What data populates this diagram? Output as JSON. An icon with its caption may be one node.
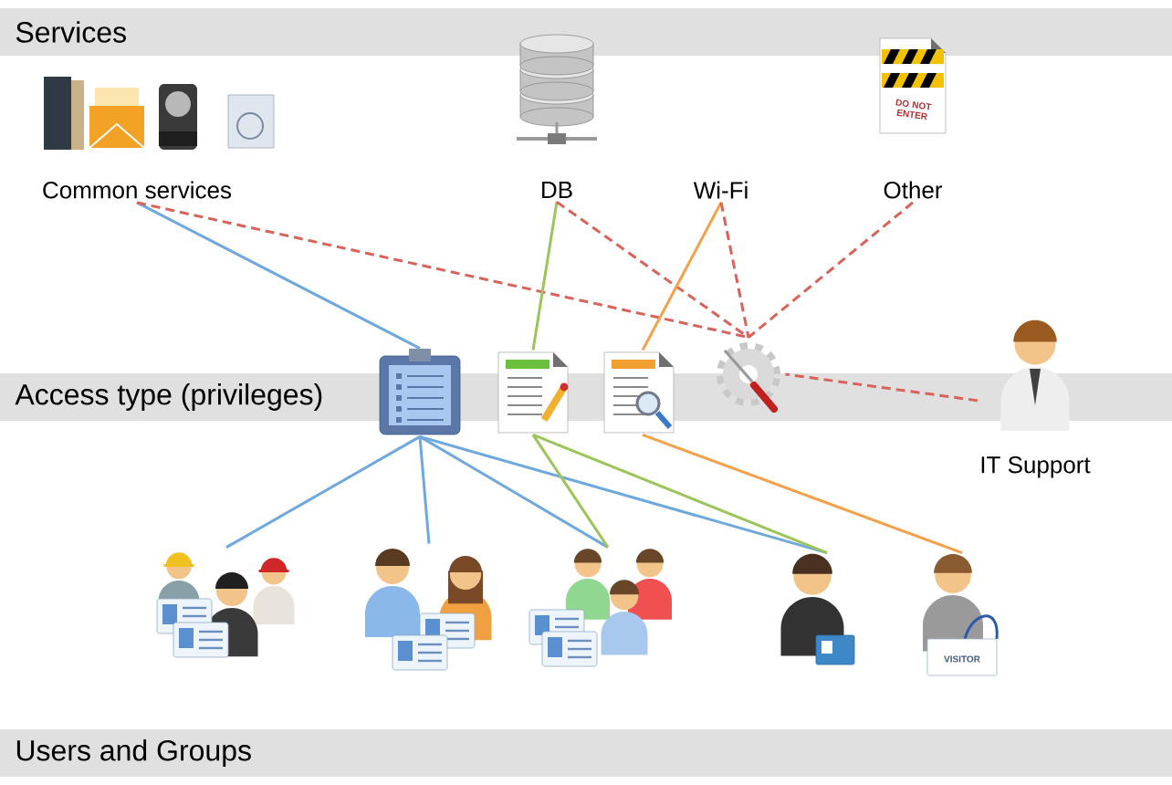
{
  "diagram": {
    "nodes": [
      {
        "text": [
          "Services"
        ]
      },
      {
        "text": [
          "Common services"
        ]
      },
      {
        "text": [
          "DB"
        ]
      },
      {
        "text": [
          "Wi-Fi"
        ]
      },
      {
        "text": [
          "Other"
        ]
      },
      {
        "text": [
          "Access type (privileges)"
        ]
      },
      {
        "text": [],
        "shape": "picture"
      },
      {
        "text": [],
        "shape": "picture"
      },
      {
        "text": [],
        "shape": "picture"
      },
      {
        "text": [],
        "shape": "picture"
      },
      {
        "text": [
          "IT Support"
        ]
      },
      {
        "text": [
          "Users and Groups"
        ]
      },
      {
        "text": [],
        "shape": "picture"
      },
      {
        "text": [],
        "shape": "picture"
      },
      {
        "text": [],
        "shape": "picture"
      },
      {
        "text": [],
        "shape": "picture"
      },
      {
        "text": [],
        "shape": "picture"
      }
    ],
    "edges": [
      {
        "from": 1,
        "to": 6,
        "arrow": "none",
        "color": "#6fa8dc"
      },
      {
        "from": 1,
        "to": 9,
        "arrow": "none",
        "style": "dashed",
        "color": "#d9625a"
      },
      {
        "from": 2,
        "to": 7,
        "arrow": "none",
        "color": "#9bc55a"
      },
      {
        "from": 2,
        "to": 9,
        "arrow": "none",
        "style": "dashed",
        "color": "#d9625a"
      },
      {
        "from": 3,
        "to": 8,
        "arrow": "none",
        "color": "#f5a04a"
      },
      {
        "from": 3,
        "to": 9,
        "arrow": "none",
        "style": "dashed",
        "color": "#d9625a"
      },
      {
        "from": 4,
        "to": 9,
        "arrow": "none",
        "style": "dashed",
        "color": "#d9625a"
      },
      {
        "from": 10,
        "to": 9,
        "arrow": "none",
        "style": "dashed",
        "color": "#d9625a"
      },
      {
        "from": 6,
        "to": 12,
        "arrow": "none",
        "color": "#6fa8dc"
      },
      {
        "from": 6,
        "to": 13,
        "arrow": "none",
        "color": "#6fa8dc"
      },
      {
        "from": 6,
        "to": 14,
        "arrow": "none",
        "color": "#6fa8dc"
      },
      {
        "from": 6,
        "to": 15,
        "arrow": "none",
        "color": "#6fa8dc"
      },
      {
        "from": 7,
        "to": 14,
        "arrow": "none",
        "color": "#9bc55a"
      },
      {
        "from": 7,
        "to": 15,
        "arrow": "none",
        "color": "#9bc55a"
      },
      {
        "from": 8,
        "to": 16,
        "arrow": "none",
        "color": "#f5a04a"
      }
    ],
    "labels": [
      "DO NOT ENTER",
      "VISITOR"
    ]
  }
}
